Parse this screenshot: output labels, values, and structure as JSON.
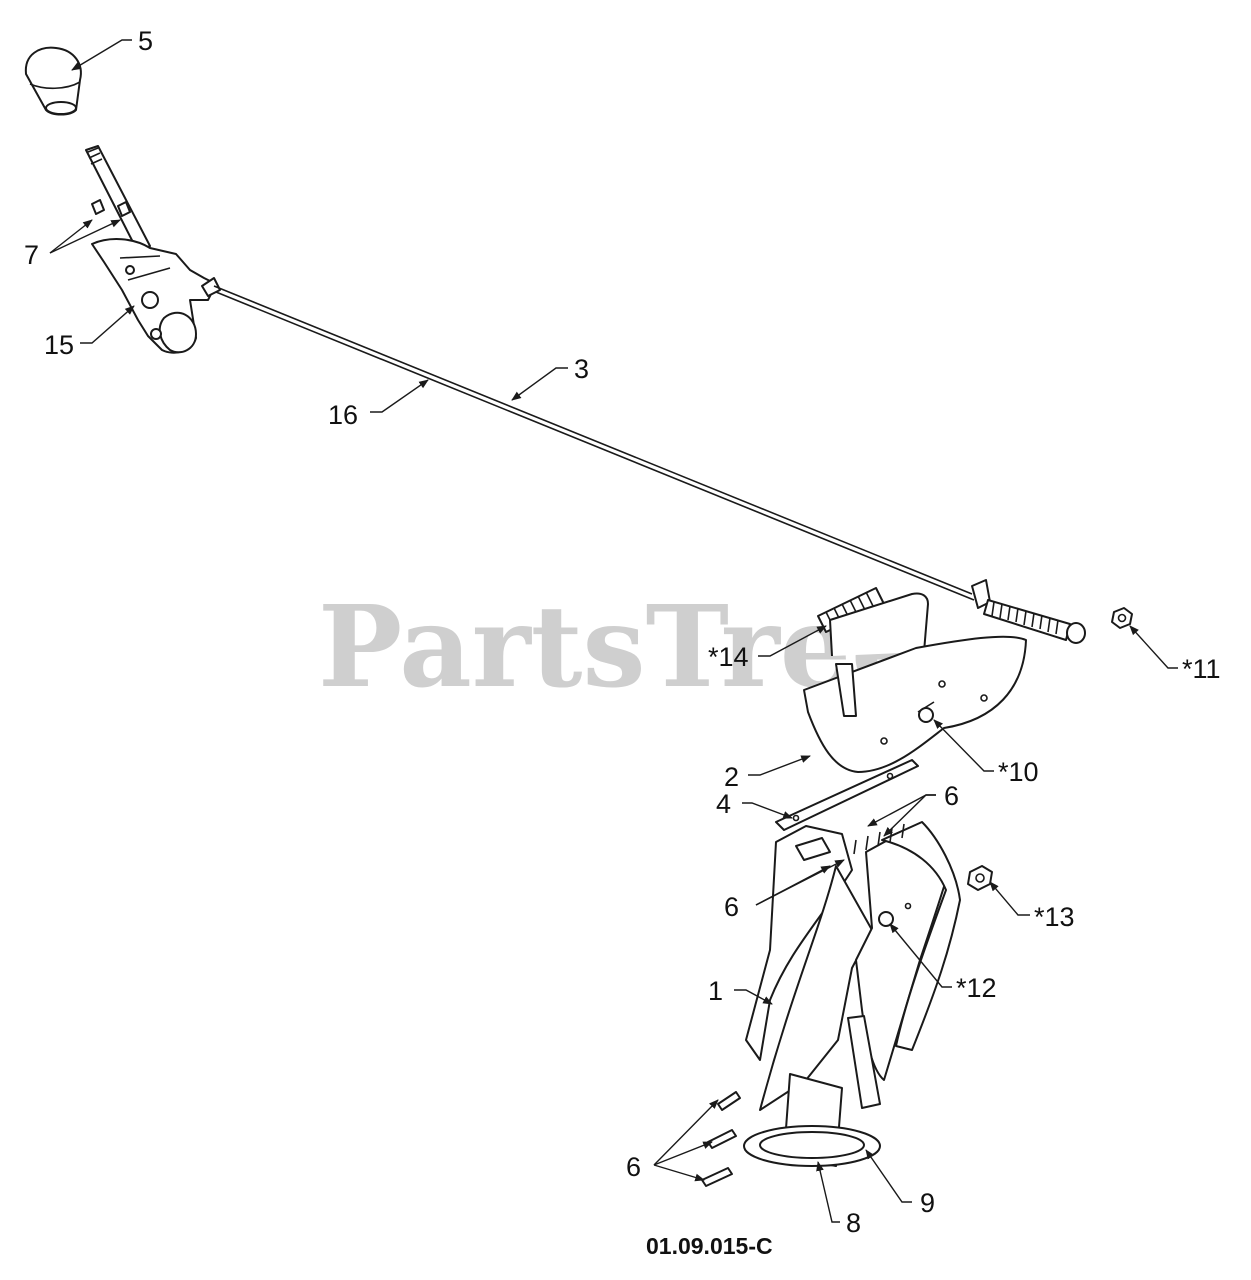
{
  "watermark": "PartsTree",
  "drawing_code": "01.09.015-C",
  "callouts": {
    "c1": "1",
    "c2": "2",
    "c3": "3",
    "c4": "4",
    "c5": "5",
    "c6a": "6",
    "c6b": "6",
    "c6c": "6",
    "c7": "7",
    "c8": "8",
    "c9": "9",
    "c10": "*10",
    "c11": "*11",
    "c12": "*12",
    "c13": "*13",
    "c14": "*14",
    "c15": "15",
    "c16": "16"
  }
}
